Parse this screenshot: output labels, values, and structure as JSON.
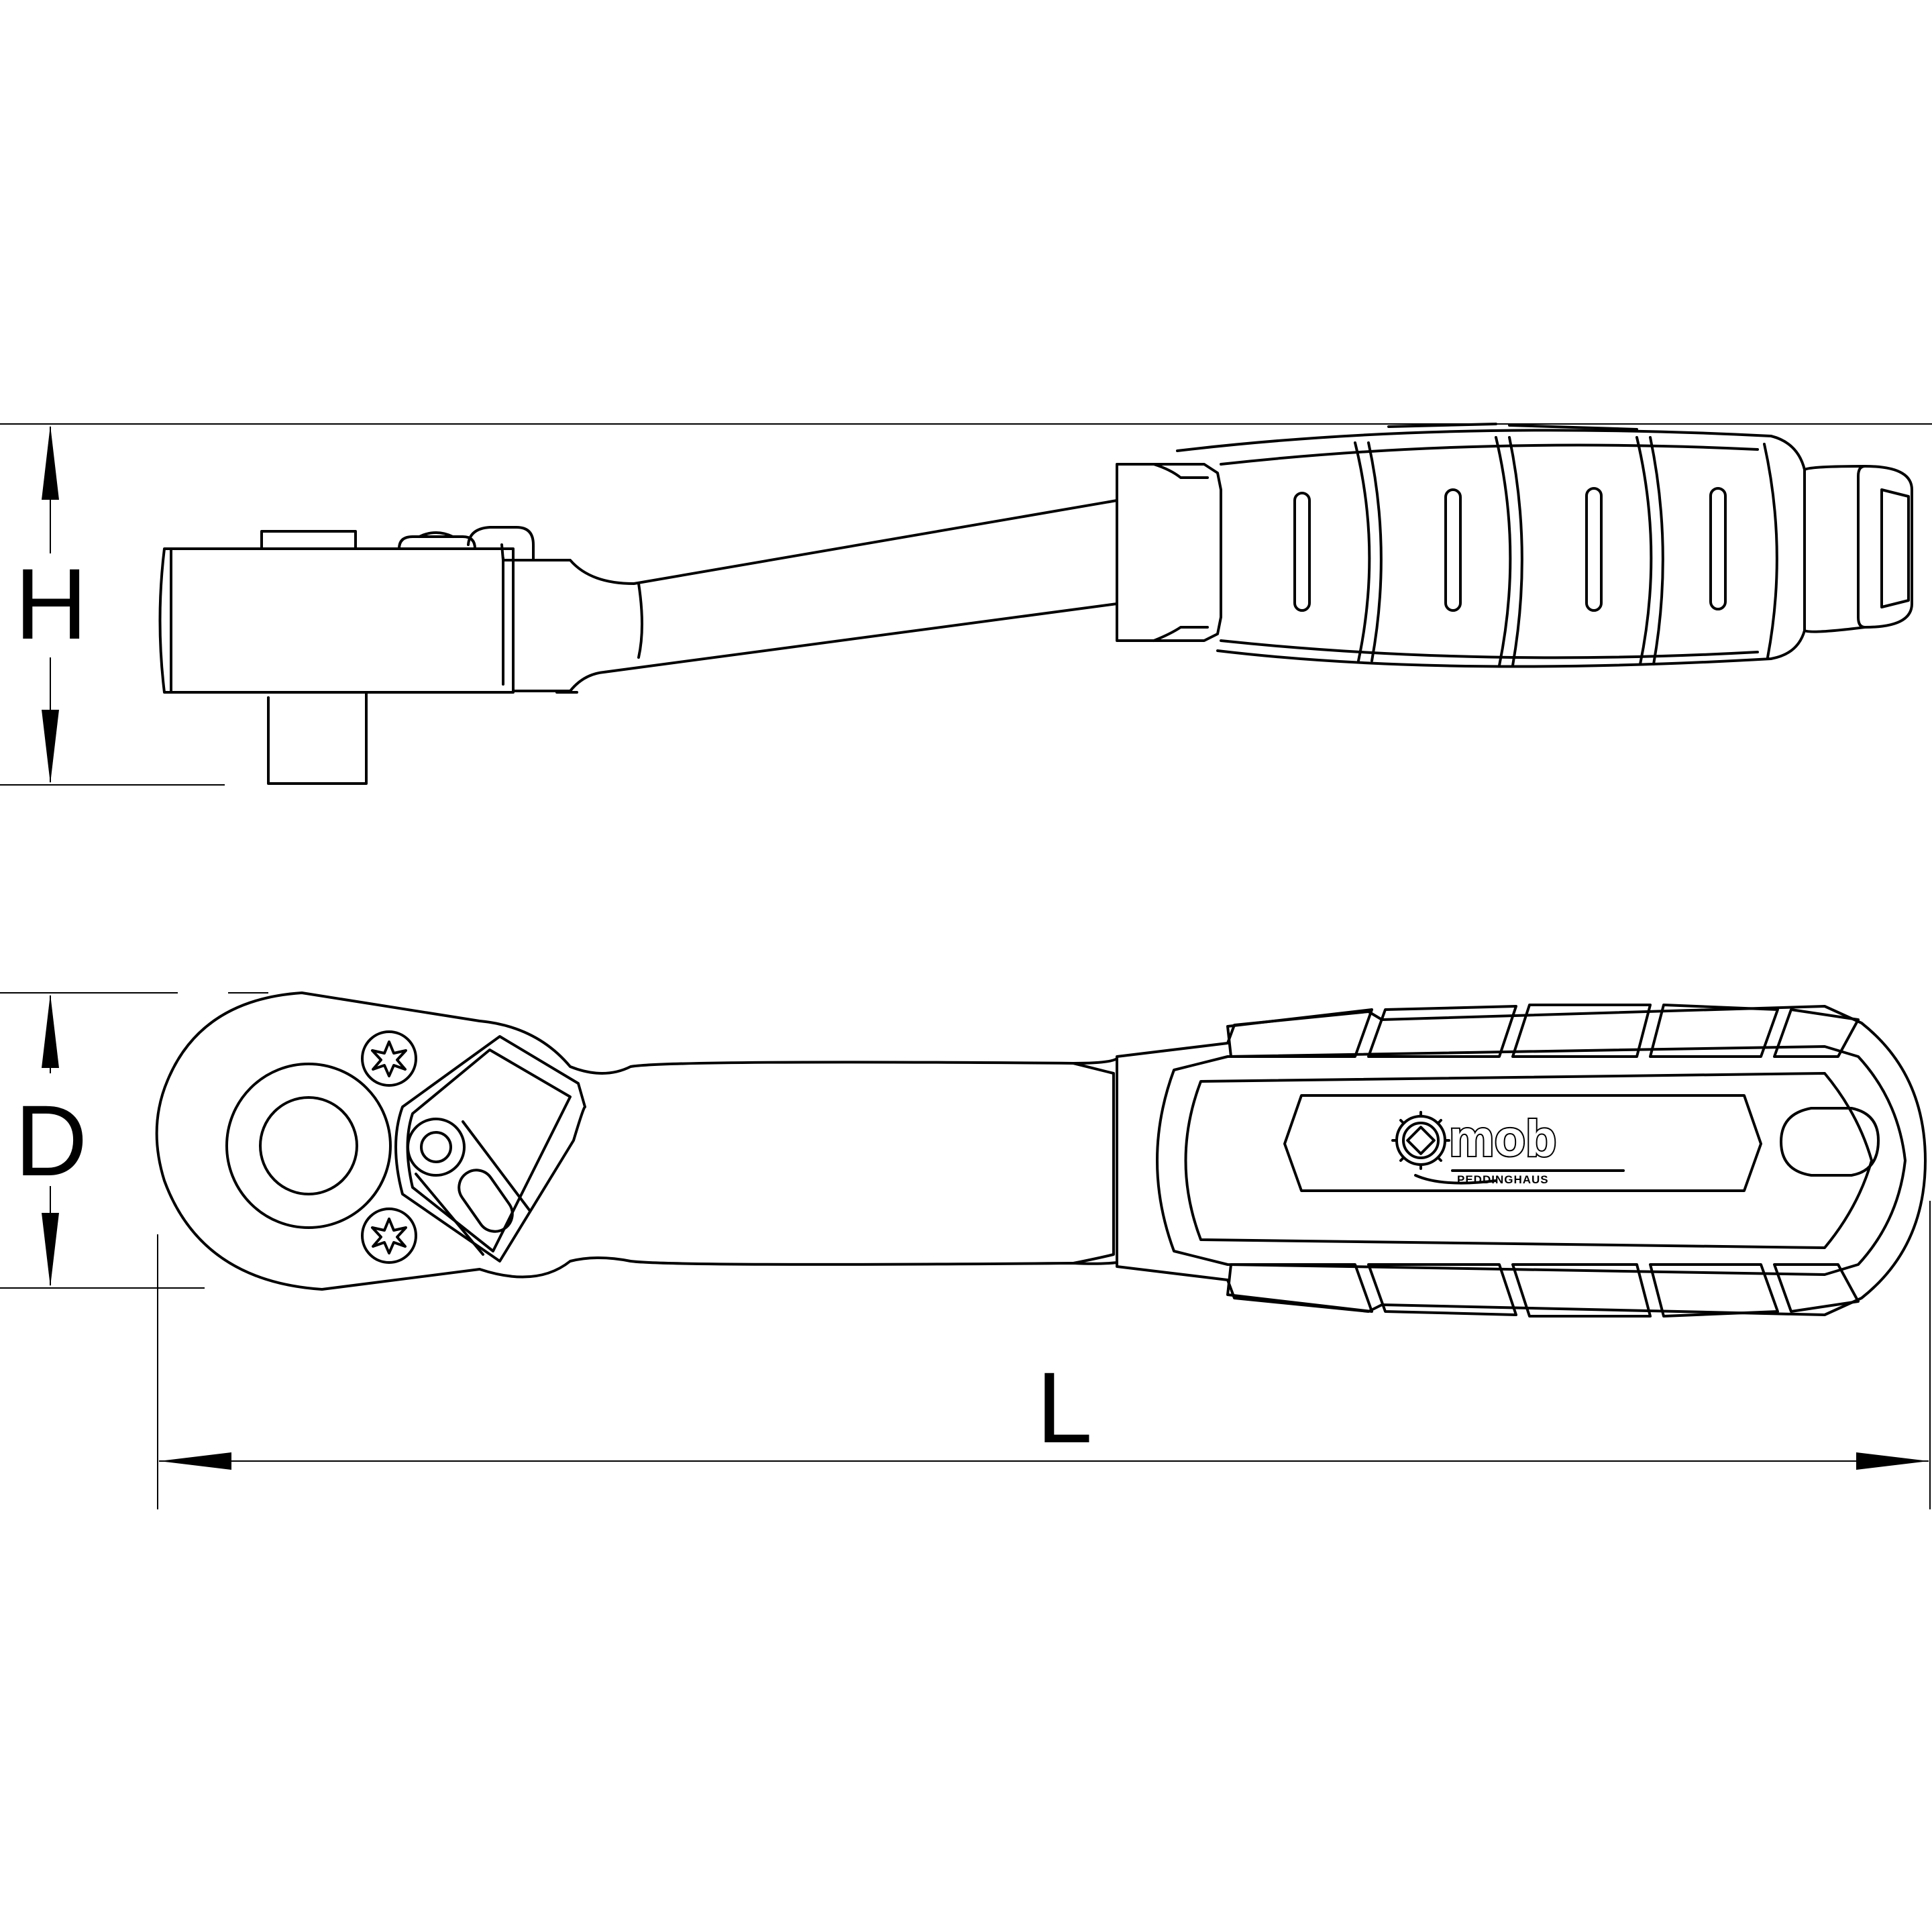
{
  "dimensions": {
    "height_label": "H",
    "depth_label": "D",
    "length_label": "L"
  },
  "brand": {
    "logo_text": "mob",
    "logo_subtext": "PEDDINGHAUS"
  }
}
